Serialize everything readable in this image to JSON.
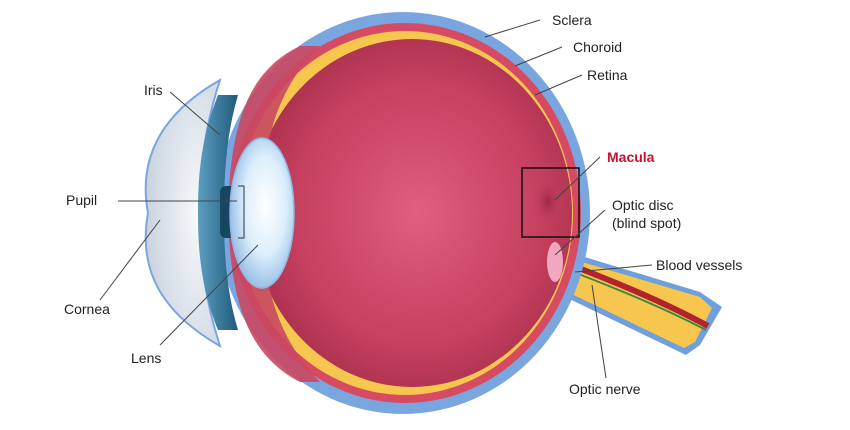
{
  "labels": {
    "sclera": "Sclera",
    "choroid": "Choroid",
    "retina": "Retina",
    "iris": "Iris",
    "macula": "Macula",
    "pupil": "Pupil",
    "optic_disc_line1": "Optic disc",
    "optic_disc_line2": "(blind spot)",
    "blood_vessels": "Blood vessels",
    "cornea": "Cornea",
    "lens": "Lens",
    "optic_nerve": "Optic nerve"
  },
  "colors": {
    "sclera": "#7aa6e0",
    "choroid": "#d64b62",
    "retina": "#f6c64f",
    "vitreous": "#c03a5a",
    "lens": "#dcecfb",
    "iris": "#2f6f91",
    "cornea": "#e9eef4",
    "macula_highlight": "#c8102e",
    "text": "#222222"
  }
}
